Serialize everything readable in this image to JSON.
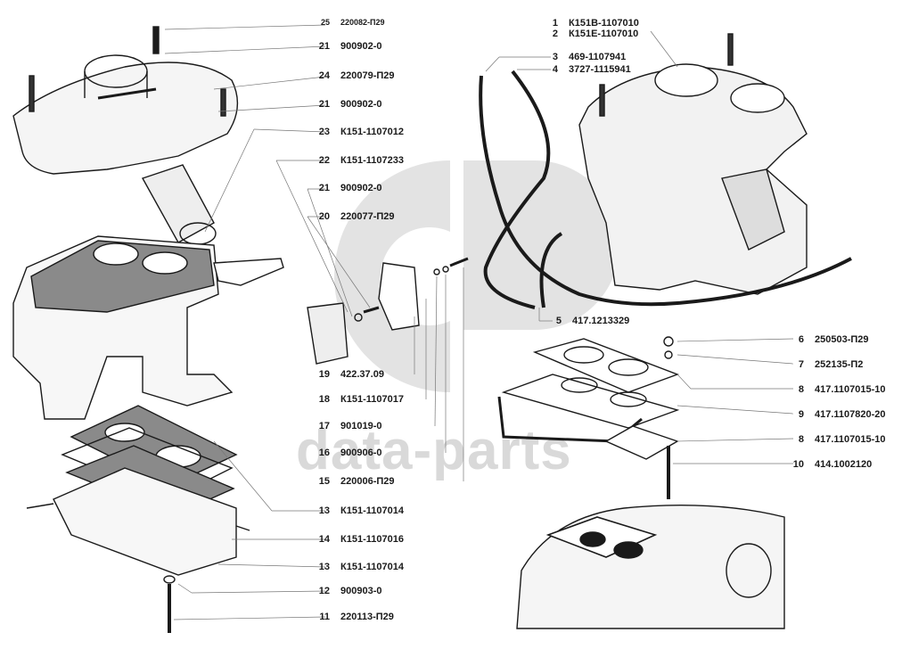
{
  "diagram": {
    "watermark": {
      "text": "data-parts",
      "logo": "gp-logo"
    },
    "colors": {
      "ink": "#1a1a1a",
      "watermark": "#d9d9d9",
      "leader": "#777777",
      "background": "#ffffff"
    },
    "callouts_center": [
      {
        "num": "25",
        "part": "220082-П29"
      },
      {
        "num": "21",
        "part": "900902-0"
      },
      {
        "num": "24",
        "part": "220079-П29"
      },
      {
        "num": "21",
        "part": "900902-0"
      },
      {
        "num": "23",
        "part": "К151-1107012"
      },
      {
        "num": "22",
        "part": "К151-1107233"
      },
      {
        "num": "21",
        "part": "900902-0"
      },
      {
        "num": "20",
        "part": "220077-П29"
      },
      {
        "num": "19",
        "part": "422.37.09"
      },
      {
        "num": "18",
        "part": "К151-1107017"
      },
      {
        "num": "17",
        "part": "901019-0"
      },
      {
        "num": "16",
        "part": "900906-0"
      },
      {
        "num": "15",
        "part": "220006-П29"
      },
      {
        "num": "13",
        "part": "К151-1107014"
      },
      {
        "num": "14",
        "part": "К151-1107016"
      },
      {
        "num": "13",
        "part": "К151-1107014"
      },
      {
        "num": "12",
        "part": "900903-0"
      },
      {
        "num": "11",
        "part": "220113-П29"
      }
    ],
    "callouts_right_top": [
      {
        "num": "1",
        "part": "К151В-1107010"
      },
      {
        "num": "2",
        "part": "К151Е-1107010"
      },
      {
        "num": "3",
        "part": "469-1107941"
      },
      {
        "num": "4",
        "part": "3727-1115941"
      },
      {
        "num": "5",
        "part": "417.1213329"
      }
    ],
    "callouts_right_bottom": [
      {
        "num": "6",
        "part": "250503-П29"
      },
      {
        "num": "7",
        "part": "252135-П2"
      },
      {
        "num": "8",
        "part": "417.1107015-10"
      },
      {
        "num": "9",
        "part": "417.1107820-20"
      },
      {
        "num": "8",
        "part": "417.1107015-10"
      },
      {
        "num": "10",
        "part": "414.1002120"
      }
    ]
  }
}
